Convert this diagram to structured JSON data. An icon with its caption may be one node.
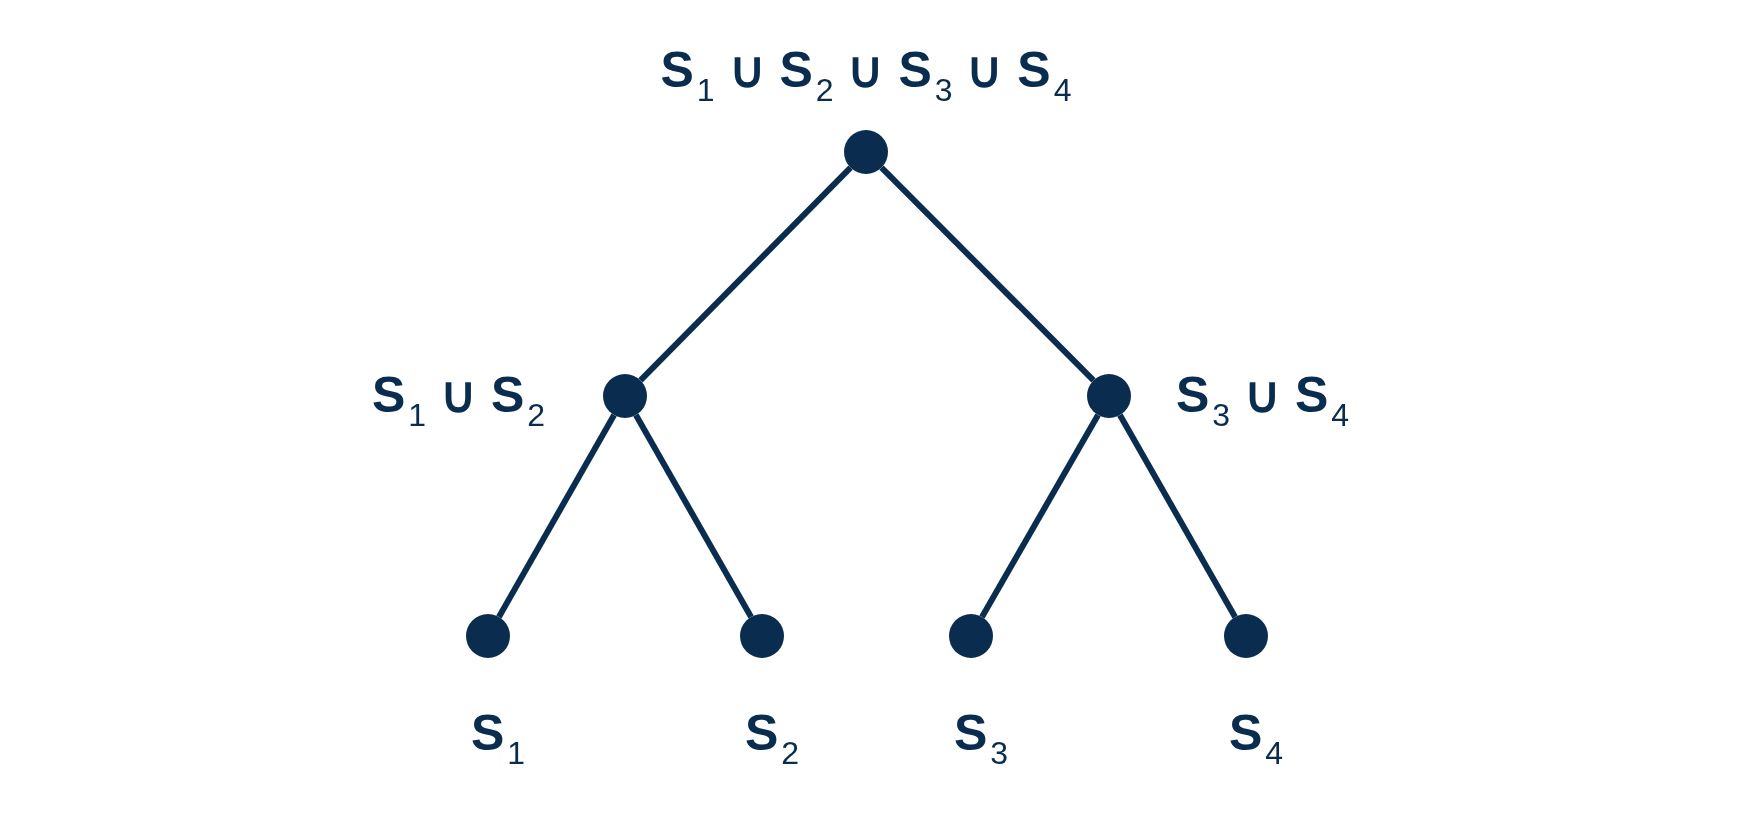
{
  "diagram": {
    "nodes": [
      {
        "text": [],
        "shape": "circle",
        "beside": [
          "S$_{1}$ ∪ S$_{2}$ ∪ S$_{3}$ ∪ S$_{4}$"
        ]
      },
      {
        "text": [],
        "shape": "circle",
        "beside": [
          "S$_{1}$ ∪ S$_{2}$"
        ]
      },
      {
        "text": [],
        "shape": "circle",
        "beside": [
          "S$_{3}$ ∪ S$_{4}$"
        ]
      },
      {
        "text": [],
        "shape": "circle",
        "beside": [
          "S$_{1}$"
        ]
      },
      {
        "text": [],
        "shape": "circle",
        "beside": [
          "S$_{2}$"
        ]
      },
      {
        "text": [],
        "shape": "circle",
        "beside": [
          "S$_{3}$"
        ]
      },
      {
        "text": [],
        "shape": "circle",
        "beside": [
          "S$_{4}$"
        ]
      }
    ],
    "edges": [
      {
        "from": 0,
        "to": 1,
        "arrow": "none"
      },
      {
        "from": 0,
        "to": 2,
        "arrow": "none"
      },
      {
        "from": 1,
        "to": 3,
        "arrow": "none"
      },
      {
        "from": 1,
        "to": 4,
        "arrow": "none"
      },
      {
        "from": 2,
        "to": 5,
        "arrow": "none"
      },
      {
        "from": 2,
        "to": 6,
        "arrow": "none"
      }
    ]
  }
}
